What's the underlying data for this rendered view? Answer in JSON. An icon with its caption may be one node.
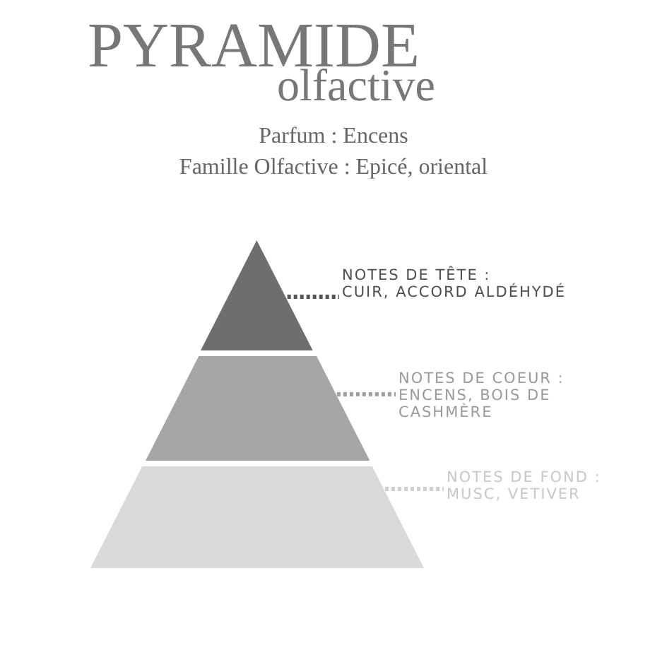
{
  "diagram": {
    "title": "PYRAMIDE",
    "nodes": [
      {
        "text": [],
        "shape": "triangle"
      },
      {
        "text": [
          "NOTES DE TÊTE :",
          "CUIR, ACCORD ALDÉHYDÉ"
        ]
      },
      {
        "text": [],
        "shape": "trapezoid"
      },
      {
        "text": [
          "NOTES DE COEUR :",
          "ENCENS, BOIS DE CASHMÈRE"
        ]
      },
      {
        "text": [],
        "shape": "trapezoid"
      },
      {
        "text": [
          "NOTES DE FOND :",
          "MUSC, VETIVER"
        ]
      }
    ],
    "edges": [
      {
        "from": 1,
        "to": 0,
        "arrow": "none",
        "style": "dashed",
        "color": "#555555"
      },
      {
        "from": 3,
        "to": 2,
        "arrow": "none",
        "style": "dashed",
        "color": "#a0a0a0"
      },
      {
        "from": 5,
        "to": 4,
        "arrow": "none",
        "style": "dashed",
        "color": "#d0d0d0"
      }
    ],
    "labels": [
      "olfactive",
      "Parfum : Encens",
      "Famille Olfactive : Epicé, oriental"
    ]
  }
}
